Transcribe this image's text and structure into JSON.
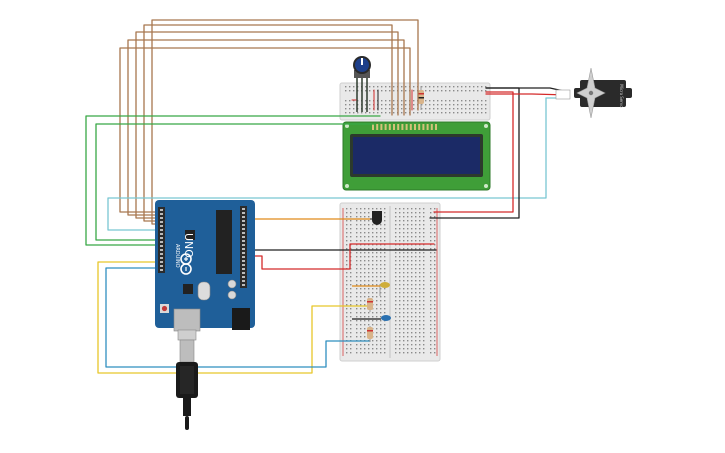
{
  "arduino": {
    "model_label": "UNO",
    "brand_label": "ARDUINO"
  },
  "servo": {
    "label": "Micro Servo"
  },
  "colors": {
    "board": "#1f5f99",
    "board_dark": "#174a78",
    "breadboard": "#e9e9e9",
    "lcd_pcb": "#3f9e38",
    "lcd_screen": "#1b2a66",
    "wire_brown": "#a8774f",
    "wire_green": "#38a846",
    "wire_yellow": "#e8c62a",
    "wire_blue": "#2f8fbf",
    "wire_cyan": "#79c7d2",
    "wire_red": "#d42a2a",
    "wire_black": "#202020",
    "wire_orange": "#e08a1a",
    "pot_knob": "#1d3f8a"
  },
  "icons": {
    "servo": "servo-motor-icon",
    "potentiometer": "potentiometer-icon",
    "temp_sensor": "temperature-sensor-icon",
    "usb_cable": "usb-cable-icon"
  }
}
